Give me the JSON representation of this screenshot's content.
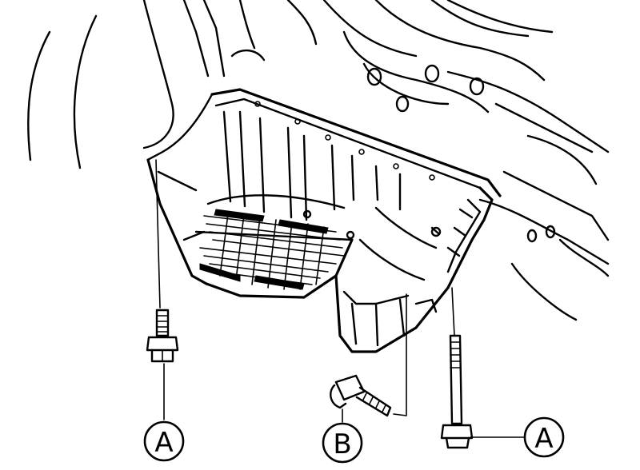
{
  "callouts": {
    "left_bolt": "A",
    "short_bolt": "B",
    "long_bolt": "A"
  }
}
